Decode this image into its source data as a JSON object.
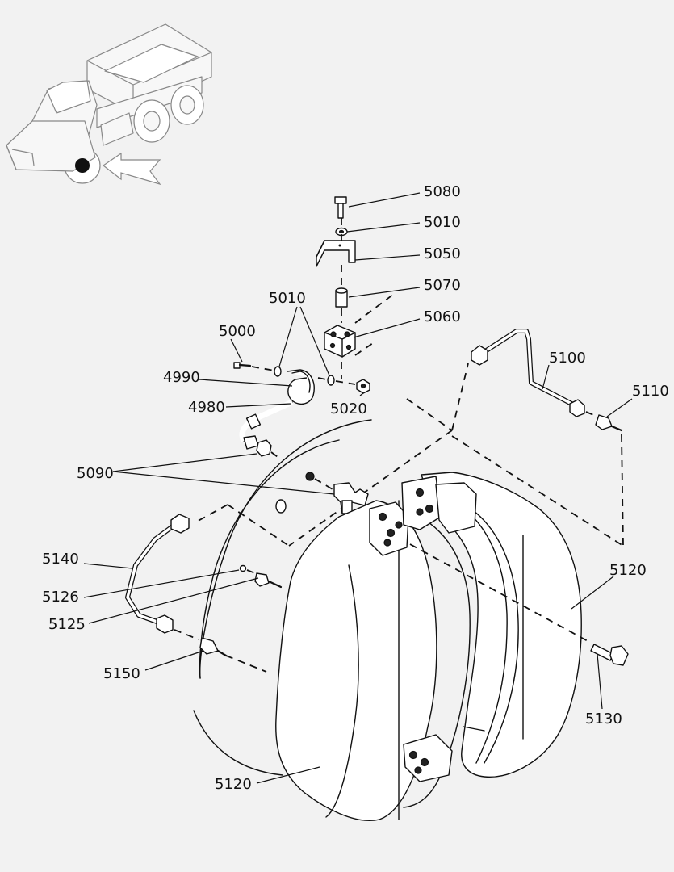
{
  "callouts": {
    "p5080": "5080",
    "p5010_top": "5010",
    "p5050": "5050",
    "p5070": "5070",
    "p5060": "5060",
    "p5010_mid": "5010",
    "p5000": "5000",
    "p4990": "4990",
    "p4980": "4980",
    "p5020": "5020",
    "p5100": "5100",
    "p5110": "5110",
    "p5090": "5090",
    "p5140": "5140",
    "p5126": "5126",
    "p5125": "5125",
    "p5150": "5150",
    "p5120_right": "5120",
    "p5130": "5130",
    "p5120_bottom": "5120"
  },
  "colors": {
    "background": "#f2f2f2",
    "line": "#111111"
  }
}
